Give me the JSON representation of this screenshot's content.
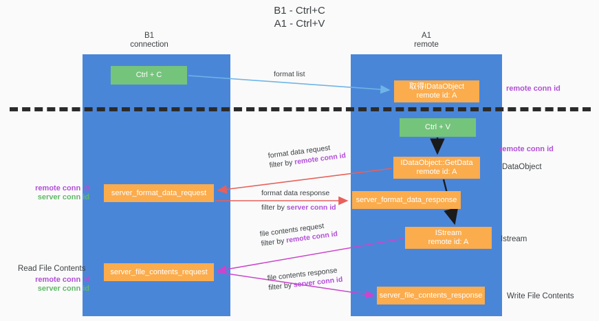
{
  "title": {
    "line1": "B1 - Ctrl+C",
    "line2": "A1 - Ctrl+V"
  },
  "lanes": [
    {
      "id": "b1",
      "name": "B1",
      "role": "connection"
    },
    {
      "id": "a1",
      "name": "A1",
      "role": "remote"
    }
  ],
  "boxes": {
    "ctrl_c": {
      "line1": "Ctrl + C",
      "line2": "",
      "color": "#75c47c",
      "lane": "b1"
    },
    "ctrl_v": {
      "line1": "Ctrl + V",
      "line2": "",
      "color": "#75c47c",
      "lane": "a1"
    },
    "dataobject": {
      "line1": "取得IDataObject",
      "line2": "remote id: A",
      "color": "#fbac4d",
      "lane": "a1"
    },
    "getdata": {
      "line1": "IDataObject::GetData",
      "line2": "remote id: A",
      "color": "#fbac4d",
      "lane": "a1"
    },
    "istream": {
      "line1": "IStream",
      "line2": "remote id: A",
      "color": "#fbac4d",
      "lane": "a1"
    },
    "fmt_request": {
      "line1": "server_format_data_request",
      "line2": "",
      "color": "#fbac4d",
      "lane": "b1"
    },
    "fmt_response": {
      "line1": "server_format_data_response",
      "line2": "",
      "color": "#fbac4d",
      "lane": "a1"
    },
    "file_request": {
      "line1": "server_file_contents_request",
      "line2": "",
      "color": "#fbac4d",
      "lane": "b1"
    },
    "file_response": {
      "line1": "server_file_contents_response",
      "line2": "",
      "color": "#fbac4d",
      "lane": "a1"
    }
  },
  "arrow_labels": {
    "format_list": {
      "text": "format list"
    },
    "format_data_request": {
      "line1": "format data request",
      "filter_prefix": "filter by ",
      "filter_key": "remote conn id"
    },
    "format_data_response": {
      "line1": "format data response",
      "filter_prefix": "filter by ",
      "filter_key": "server conn id"
    },
    "file_contents_request": {
      "line1": "file contents request",
      "filter_prefix": "filter by ",
      "filter_key": "remote conn id"
    },
    "file_contents_response": {
      "line1": "file contents response",
      "filter_prefix": "filter by ",
      "filter_key": "server conn id"
    }
  },
  "side_labels": {
    "dataobject": "DataObject",
    "istream": "Istream",
    "write_file_contents": "Write File Contents",
    "read_file_contents": "Read File Contents"
  },
  "conn_ids": {
    "top_right": "remote conn id",
    "mid_right": "remote conn id",
    "mid_left_remote": "remote conn id",
    "mid_left_server": "server conn id",
    "bottom_left_remote": "remote conn id",
    "bottom_left_server": "server conn id"
  },
  "colors": {
    "lane_blue": "#4a86d8",
    "box_orange": "#fbac4d",
    "box_green": "#75c47c",
    "remote_conn_purple": "#b14fd8",
    "server_conn_green": "#62b96a",
    "arrow_lightblue": "#6fb4e8",
    "arrow_red": "#e8605a",
    "arrow_magenta": "#cc44cc",
    "arrow_black": "#1a1a1a",
    "divider_black": "#2b2b2b",
    "background": "#fafafa"
  }
}
